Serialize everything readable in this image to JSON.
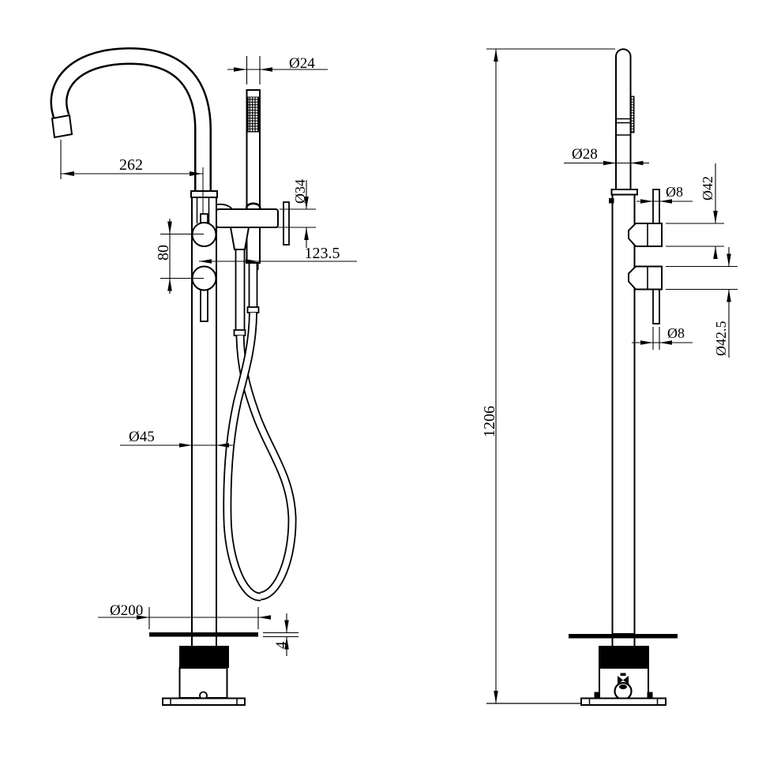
{
  "drawing": {
    "kind": "technical-dimension-drawing",
    "subject": "freestanding bathtub faucet with hand shower, front and side views",
    "line_color": "#000000",
    "background": "#ffffff",
    "left_view": {
      "dims": {
        "handshower_dia": "Ø24",
        "spout_reach": "262",
        "holder_dia": "Ø34",
        "shower_offset": "123.5",
        "handle_spacing": "80",
        "column_dia": "Ø45",
        "base_plate_dia": "Ø200",
        "plate_thickness": "4"
      }
    },
    "right_view": {
      "dims": {
        "riser_dia": "Ø28",
        "lever_pin_dia_top": "Ø8",
        "handle_top_dia": "Ø42",
        "handle_bottom_dia": "Ø42.5",
        "lever_pin_dia_bottom": "Ø8",
        "overall_height": "1206"
      }
    }
  }
}
